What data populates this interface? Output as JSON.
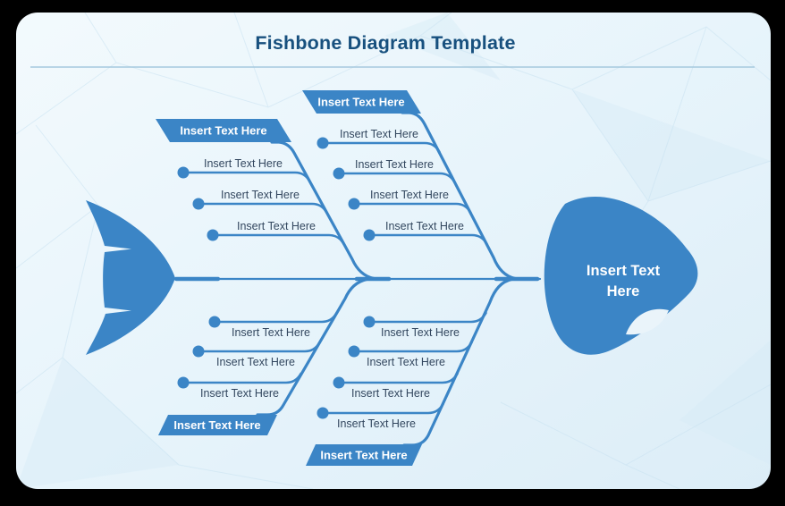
{
  "title": "Fishbone Diagram Template",
  "head": {
    "label": "Insert Text Here",
    "lines": [
      "Insert Text",
      "Here"
    ]
  },
  "branches": [
    {
      "name": "top-left",
      "label": "Insert Text Here",
      "items": [
        "Insert Text Here",
        "Insert Text Here",
        "Insert Text Here"
      ]
    },
    {
      "name": "top-center",
      "label": "Insert Text Here",
      "items": [
        "Insert Text Here",
        "Insert Text Here",
        "Insert Text Here",
        "Insert Text Here"
      ]
    },
    {
      "name": "bottom-left",
      "label": "Insert Text Here",
      "items": [
        "Insert Text Here",
        "Insert Text Here",
        "Insert Text Here"
      ]
    },
    {
      "name": "bottom-center",
      "label": "Insert Text Here",
      "items": [
        "Insert Text Here",
        "Insert Text Here",
        "Insert Text Here",
        "Insert Text Here"
      ]
    }
  ],
  "colors": {
    "accent": "#3b85c6",
    "accent_dark": "#357cbd",
    "panel_bg_light": "#f2fafd",
    "panel_bg_dark": "#ddeef8",
    "title_text": "#17507e",
    "item_text": "#33475f",
    "banner_text": "#ffffff",
    "divider": "#a6c9de",
    "outer_bg": "#000000"
  }
}
